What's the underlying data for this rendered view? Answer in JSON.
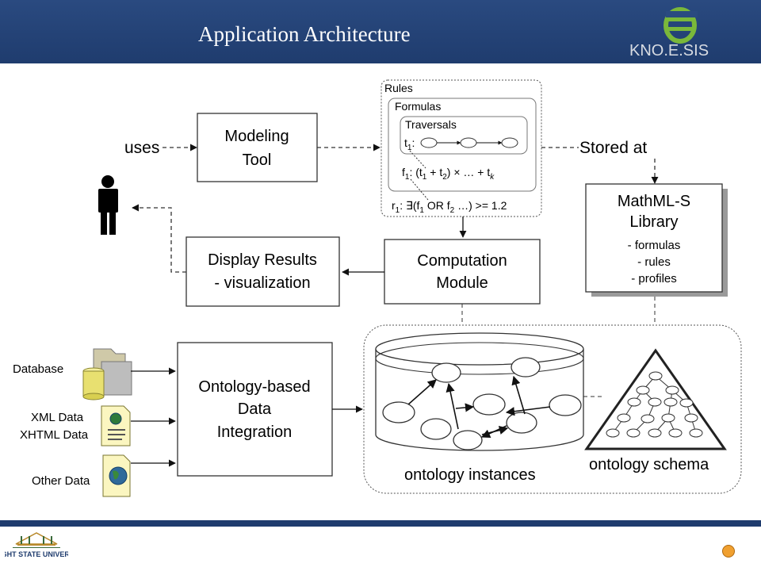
{
  "header": {
    "title": "Application Architecture",
    "logo_text": "KNO.E.SIS"
  },
  "footer": {
    "university_logo_text": "WRIGHT STATE UNIVERSITY"
  },
  "diagram": {
    "uses_label": "uses",
    "stored_at_label": "Stored at",
    "modeling_tool": {
      "line1": "Modeling",
      "line2": "Tool"
    },
    "rules": {
      "title": "Rules",
      "formulas_title": "Formulas",
      "traversals_title": "Traversals",
      "traversal_label": "t",
      "traversal_sub": "1",
      "formula_label": "f",
      "formula_sub": "1",
      "formula_rest": ": (t",
      "formula_mid": " + t",
      "formula_tail": ") × … + t",
      "formula_k": "k",
      "rule_label": "r",
      "rule_sub": "1",
      "rule_rest": ": ∃(f",
      "rule_tail": " OR f",
      "rule_end": " …) >= 1.2"
    },
    "library": {
      "line1": "MathML-S",
      "line2": "Library",
      "items": [
        "- formulas",
        "- rules",
        "- profiles"
      ]
    },
    "display_results": {
      "line1": "Display Results",
      "line2": "- visualization"
    },
    "computation_module": {
      "line1": "Computation",
      "line2": "Module"
    },
    "data_sources": [
      "Database",
      "XML Data",
      "XHTML Data",
      "Other Data"
    ],
    "integration": {
      "line1": "Ontology-based",
      "line2": "Data",
      "line3": "Integration"
    },
    "ontology_instances_label": "ontology instances",
    "ontology_schema_label": "ontology schema"
  }
}
